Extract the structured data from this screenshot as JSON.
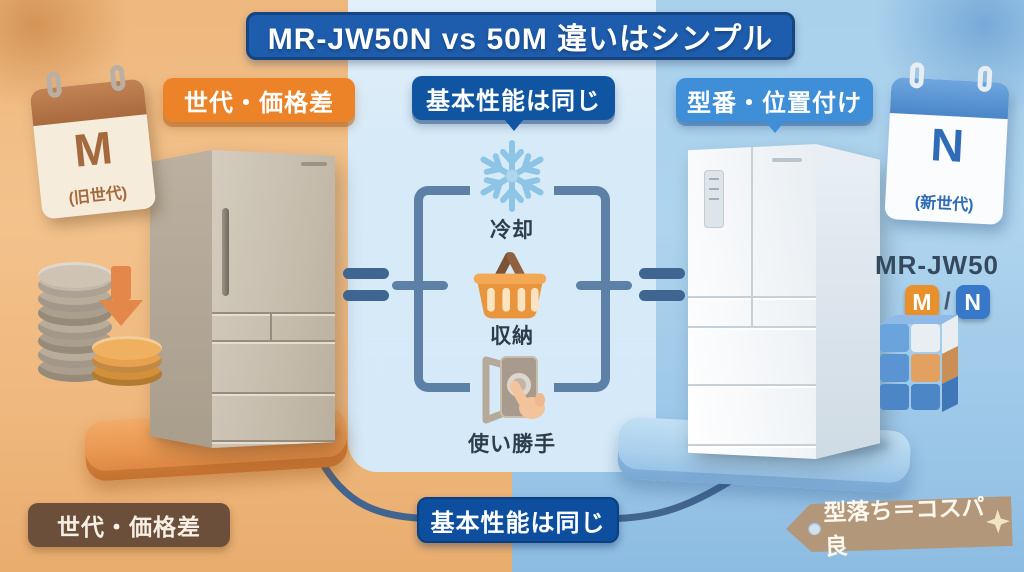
{
  "title": "MR-JW50N vs 50M 違いはシンプル",
  "left": {
    "top_badge": "世代・価格差",
    "calendar": {
      "letter": "M",
      "caption": "(旧世代)"
    },
    "bottom_badge": "世代・価格差"
  },
  "center": {
    "top_badge": "基本性能は同じ",
    "equals": "=",
    "features": [
      {
        "icon": "snowflake-icon",
        "label": "冷却"
      },
      {
        "icon": "basket-icon",
        "label": "収納"
      },
      {
        "icon": "button-press-icon",
        "label": "使い勝手"
      }
    ],
    "bottom_badge": "基本性能は同じ"
  },
  "right": {
    "top_badge": "型番・位置付け",
    "calendar": {
      "letter": "N",
      "caption": "(新世代)"
    },
    "model": {
      "name": "MR-JW50",
      "old": "M",
      "sep": "/",
      "new": "N"
    },
    "bottom_tag": "型落ち＝コスパ良"
  },
  "colors": {
    "banner_blue": "#1e5cad",
    "badge_orange": "#ec8329",
    "badge_blue_dark": "#0f55a2",
    "badge_blue_mid": "#3e8ed8",
    "badge_brown": "#604735",
    "tag_tan": "#b2977a",
    "connector_slate": "#42658f",
    "strip_blue": "#d7eaf8",
    "bg_left_orange": "#efb87e",
    "bg_right_blue": "#a9d1ec"
  }
}
